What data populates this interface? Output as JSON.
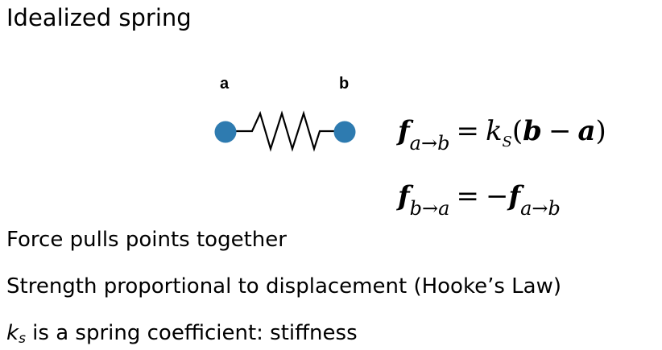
{
  "title": "Idealized spring",
  "points": {
    "a": "a",
    "b": "b",
    "color": "#2e7bb0"
  },
  "equations": {
    "eq1": {
      "f": "f",
      "sub_from": "a",
      "arrow": "→",
      "sub_to": "b",
      "equals": "=",
      "k": "k",
      "k_sub": "S",
      "open": "(",
      "b": "b",
      "minus": "−",
      "a": "a",
      "close": ")"
    },
    "eq2": {
      "f": "f",
      "sub_from": "b",
      "arrow": "→",
      "sub_to": "a",
      "equals": "=",
      "neg": "−",
      "f2": "f",
      "sub2_from": "a",
      "arrow2": "→",
      "sub2_to": "b"
    }
  },
  "bullets": {
    "line1": "Force pulls points together",
    "line2": "Strength proportional to displacement (Hooke’s Law)",
    "line3_k": "k",
    "line3_sub": "s",
    "line3_rest": " is a spring coefficient: stiffness"
  }
}
